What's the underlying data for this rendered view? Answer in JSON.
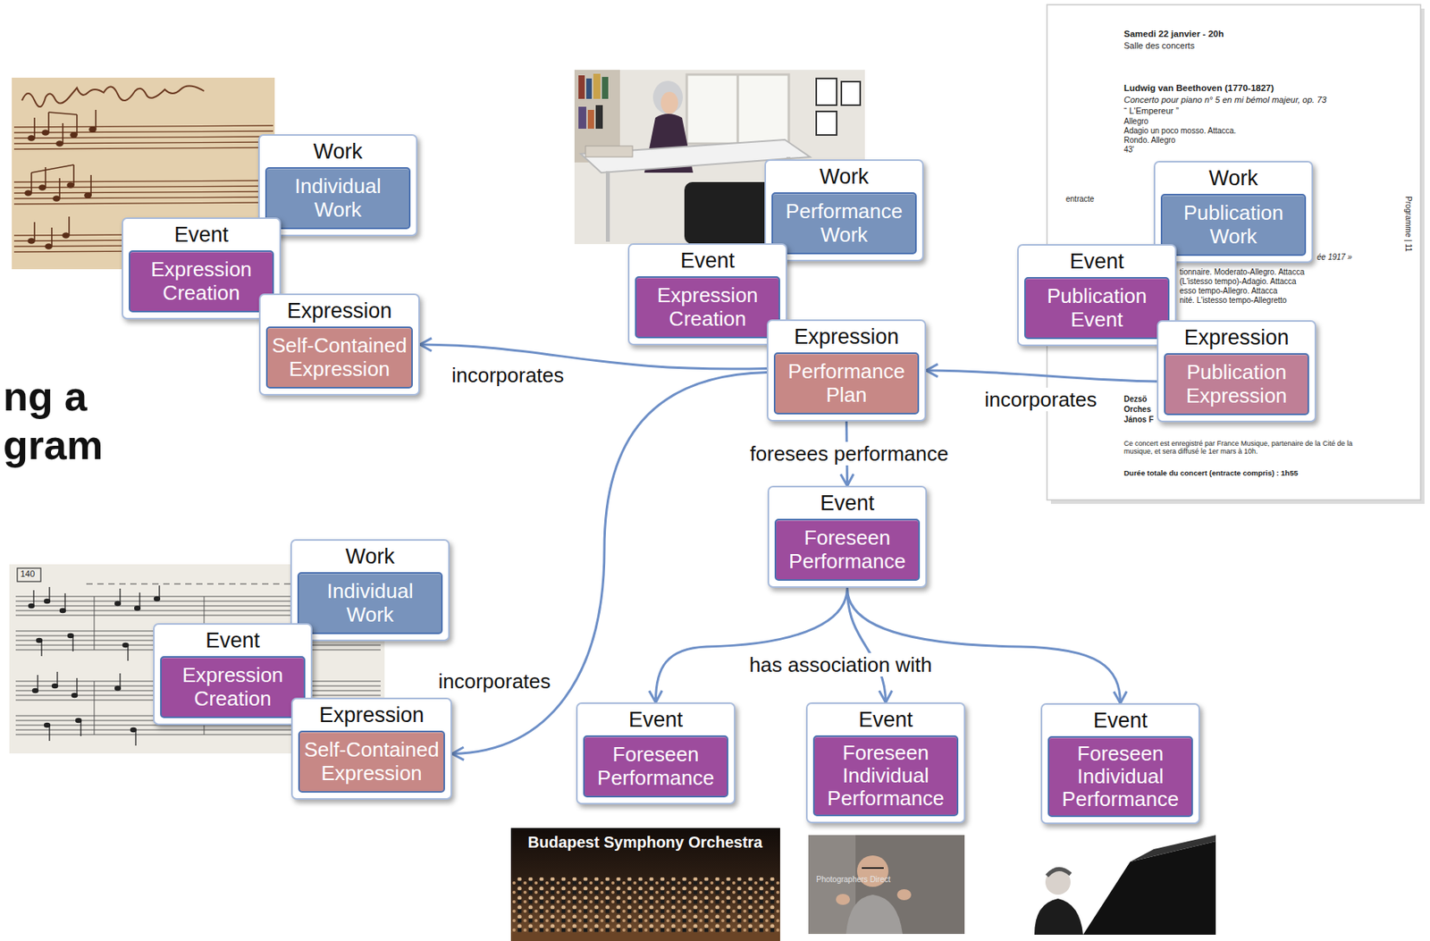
{
  "diagram": {
    "title": "ng a gram",
    "nodes": [
      {
        "text": [
          "Work"
        ]
      },
      {
        "text": [
          "Individual Work"
        ],
        "in": 0
      },
      {
        "text": [
          "Event"
        ]
      },
      {
        "text": [
          "Expression Creation"
        ],
        "in": 2
      },
      {
        "text": [
          "Expression"
        ]
      },
      {
        "text": [
          "Self-Contained Expression"
        ],
        "in": 4
      },
      {
        "text": [
          "Work"
        ]
      },
      {
        "text": [
          "Performance Work"
        ],
        "in": 6
      },
      {
        "text": [
          "Event"
        ]
      },
      {
        "text": [
          "Expression Creation"
        ],
        "in": 8
      },
      {
        "text": [
          "Expression"
        ]
      },
      {
        "text": [
          "Performance Plan"
        ],
        "in": 10
      },
      {
        "text": [
          "Work"
        ]
      },
      {
        "text": [
          "Publication Work"
        ],
        "in": 12
      },
      {
        "text": [
          "Event"
        ]
      },
      {
        "text": [
          "Publication Event"
        ],
        "in": 14
      },
      {
        "text": [
          "Expression"
        ]
      },
      {
        "text": [
          "Publication Expression"
        ],
        "in": 16
      },
      {
        "text": [
          "Event"
        ]
      },
      {
        "text": [
          "Foreseen Performance"
        ],
        "in": 18
      },
      {
        "text": [
          "Work"
        ]
      },
      {
        "text": [
          "Individual Work"
        ],
        "in": 20
      },
      {
        "text": [
          "Event"
        ]
      },
      {
        "text": [
          "Expression Creation"
        ],
        "in": 22
      },
      {
        "text": [
          "Expression"
        ]
      },
      {
        "text": [
          "Self-Contained Expression"
        ],
        "in": 24
      },
      {
        "text": [
          "Event"
        ]
      },
      {
        "text": [
          "Foreseen Performance"
        ],
        "in": 26
      },
      {
        "text": [
          "Event"
        ]
      },
      {
        "text": [
          "Foreseen Individual Performance"
        ],
        "in": 28
      },
      {
        "text": [
          "Event"
        ]
      },
      {
        "text": [
          "Foreseen Individual Performance"
        ],
        "in": 30
      }
    ],
    "edges": [
      {
        "from": 10,
        "to": 4,
        "arrow": "to",
        "label": "incorporates"
      },
      {
        "from": 16,
        "to": 10,
        "arrow": "to",
        "label": "incorporates"
      },
      {
        "from": 10,
        "to": 24,
        "arrow": "to",
        "label": "incorporates"
      },
      {
        "from": 10,
        "to": 18,
        "arrow": "to",
        "label": "foresees performance"
      },
      {
        "from": 18,
        "to": 26,
        "arrow": "to"
      },
      {
        "from": 18,
        "to": 28,
        "arrow": "to",
        "label": "has association with"
      },
      {
        "from": 18,
        "to": 30,
        "arrow": "to"
      }
    ],
    "labels": [
      "Samedi 22 janvier - 20h",
      "Salle des concerts",
      "Ludwig van Beethoven (1770-1827)",
      "Concerto pour piano n° 5 en mi bémol majeur, op. 73",
      "“ L'Empereur ”",
      "Allegro",
      "Adagio un poco mosso. Attacca.",
      "Rondo. Allegro",
      "43'",
      "entracte",
      "ée 1917 »",
      "tionnaire. Moderato-Allegro. Attacca",
      "(L'istesso tempo)-Adagio. Attacca",
      "esso tempo-Allegro. Attacca",
      "nité. L'istesso tempo-Allegretto",
      "Dezsö",
      "Orches",
      "János F",
      "Ce concert est enregistré par France Musique, partenaire de la Cité de la musique, et sera diffusé le 1er mars à 10h.",
      "Durée totale du concert (entracte compris) : 1h55",
      "Programme | 11",
      "140",
      "Budapest Symphony Orchestra",
      "Photographers Direct"
    ]
  }
}
